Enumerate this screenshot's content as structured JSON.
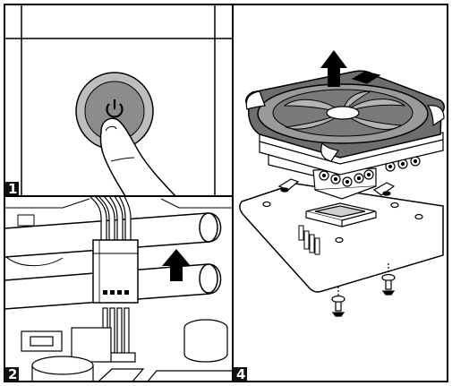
{
  "panels": [
    {
      "id": "power",
      "step_label": "1"
    },
    {
      "id": "fan-connector",
      "step_label": "2"
    },
    {
      "id": "cooler-removal",
      "step_label": "4"
    }
  ],
  "icons": [
    "power-icon",
    "finger-icon",
    "up-arrow-icon",
    "up-arrow-icon"
  ],
  "colors": {
    "line": "#000000",
    "button_ring": "#bdbdbd",
    "button_face": "#8c8c8c",
    "badge": "#111111",
    "fan_grey": "#6e6e6e"
  }
}
